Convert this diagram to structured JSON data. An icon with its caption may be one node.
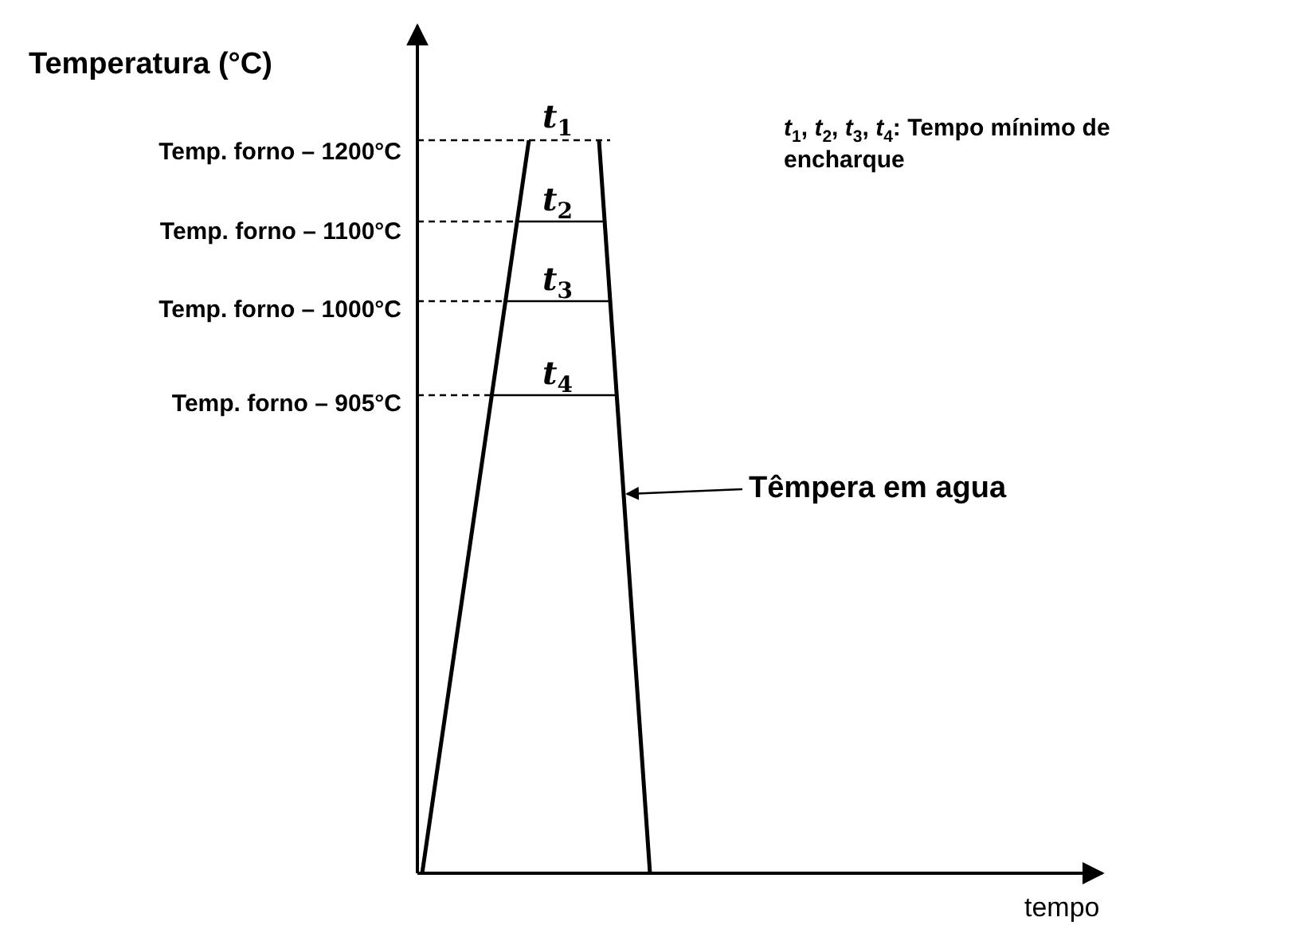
{
  "diagram": {
    "nodes": [
      {
        "text": [
          "Têmpera em agua"
        ]
      },
      {
        "text": [],
        "shape": "line"
      }
    ],
    "edges": [
      {
        "from": 0,
        "to": 1,
        "arrow": "to"
      }
    ],
    "labels": [
      "Temperatura (°C)",
      "*t*$_{1}$",
      "*t*$_{1}$, *t*$_{2}$, *t*$_{3}$, *t*$_{4}$: Tempo mínimo de encharque",
      "Temp. forno – 1200°C",
      "*t*$_{2}$",
      "Temp. forno – 1100°C",
      "*t*$_{3}$",
      "Temp. forno – 1000°C",
      "*t*$_{4}$",
      "Temp. forno – 905°C",
      "tempo"
    ]
  }
}
